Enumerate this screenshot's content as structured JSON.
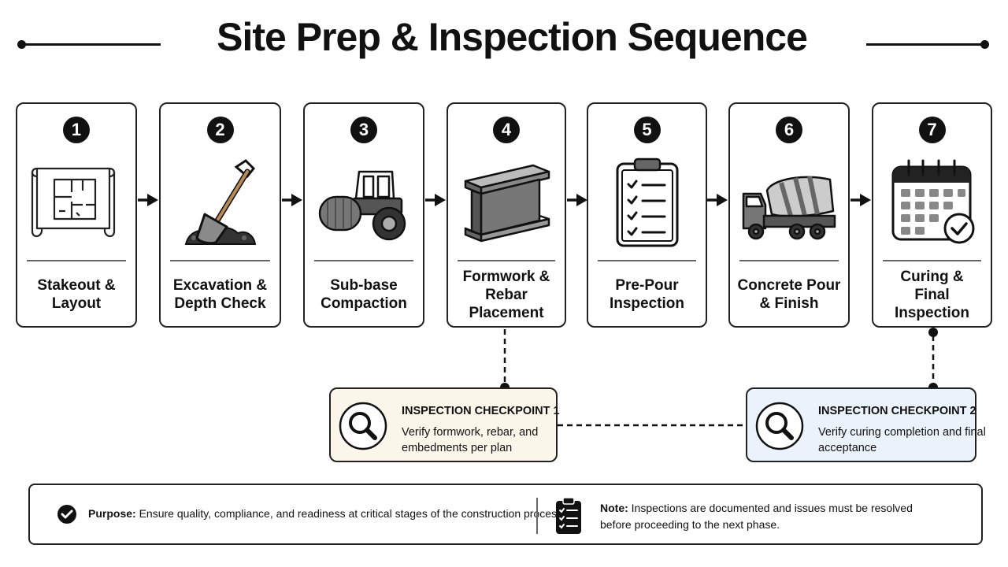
{
  "title": "Site Prep & Inspection Sequence",
  "steps": [
    {
      "number": "1",
      "label": "Stakeout &\nLayout",
      "icon": "blueprint-icon"
    },
    {
      "number": "2",
      "label": "Excavation &\nDepth Check",
      "icon": "shovel-icon"
    },
    {
      "number": "3",
      "label": "Sub-base\nCompaction",
      "icon": "roller-compactor-icon"
    },
    {
      "number": "4",
      "label": "Formwork &\nRebar\nPlacement",
      "icon": "steel-beam-icon"
    },
    {
      "number": "5",
      "label": "Pre-Pour\nInspection",
      "icon": "clipboard-checklist-icon"
    },
    {
      "number": "6",
      "label": "Concrete Pour\n& Finish",
      "icon": "concrete-mixer-truck-icon"
    },
    {
      "number": "7",
      "label": "Curing &\nFinal\nInspection",
      "icon": "calendar-check-icon"
    }
  ],
  "checkpoints": [
    {
      "title": "INSPECTION CHECKPOINT 1",
      "description": "Verify formwork, rebar, and embedments per plan",
      "color": "#fbf6ea",
      "icon": "magnifier-icon"
    },
    {
      "title": "INSPECTION CHECKPOINT 2",
      "description": "Verify curing completion and final acceptance",
      "color": "#eaf2fb",
      "icon": "magnifier-icon"
    }
  ],
  "footer": {
    "purpose_label": "Purpose:",
    "purpose_text": " Ensure quality, compliance, and readiness at critical stages of the construction process.",
    "note_label": "Note:",
    "note_text": " Inspections are documented and issues must be resolved before proceeding to the next phase.",
    "purpose_icon": "check-circle-icon",
    "note_icon": "clipboard-checklist-icon"
  }
}
